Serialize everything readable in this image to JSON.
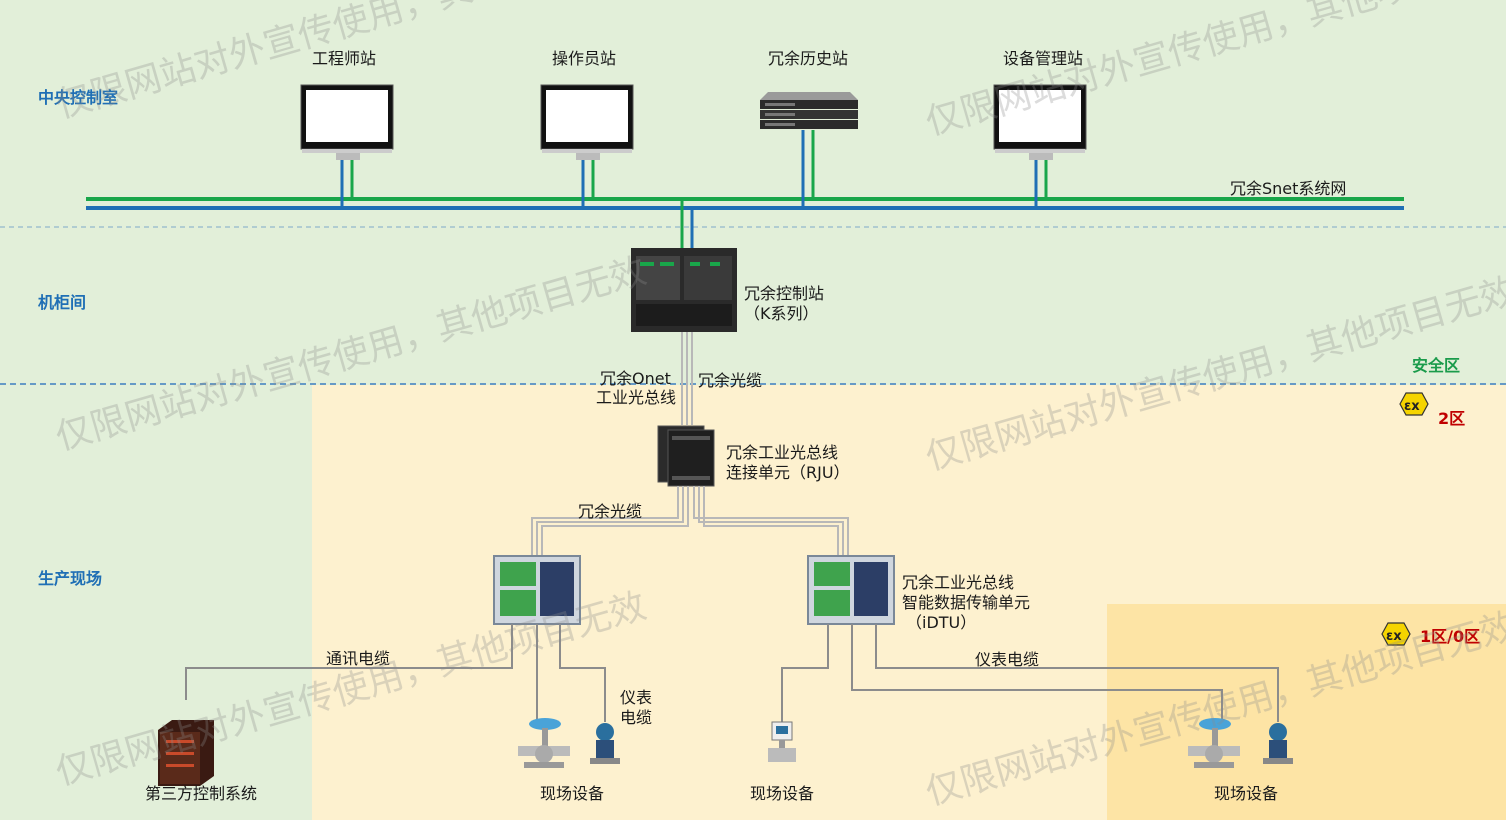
{
  "zones": {
    "control_room": "中央控制室",
    "cabinet_room": "机柜间",
    "field": "生产现场",
    "safe_area": "安全区",
    "zone2": "2区",
    "zone1_0": "1区/0区"
  },
  "workstations": {
    "engineer": "工程师站",
    "operator": "操作员站",
    "history": "冗余历史站",
    "asset": "设备管理站"
  },
  "network": {
    "snet": "冗余Snet系统网"
  },
  "controller": {
    "line1": "冗余控制站",
    "line2": "（K系列）"
  },
  "cables": {
    "onet_line1": "冗余Onet",
    "onet_line2": "工业光总线",
    "fiber_top": "冗余光缆",
    "fiber_mid": "冗余光缆",
    "comm": "通讯电缆",
    "instr_left_line1": "仪表",
    "instr_left_line2": "电缆",
    "instr_right": "仪表电缆"
  },
  "rju": {
    "line1": "冗余工业光总线",
    "line2": "连接单元（RJU）"
  },
  "idtu": {
    "line1": "冗余工业光总线",
    "line2": "智能数据传输单元",
    "line3": "（iDTU）"
  },
  "field_devices": {
    "third_party": "第三方控制系统",
    "dev_a": "现场设备",
    "dev_b": "现场设备",
    "dev_c": "现场设备"
  },
  "ex_symbol": "εx",
  "watermark": "仅限网站对外宣传使用，其他项目无效",
  "colors": {
    "green_bg": "#e2efd9",
    "yellow_bg": "#fdf1cf",
    "orange_bg": "#fde4a5",
    "net_green": "#19a64a",
    "net_blue": "#1f6fb5",
    "zone_blue": "#1f6fb5",
    "ex_yellow": "#f5d400",
    "cable_gray": "#8c8c8c"
  }
}
